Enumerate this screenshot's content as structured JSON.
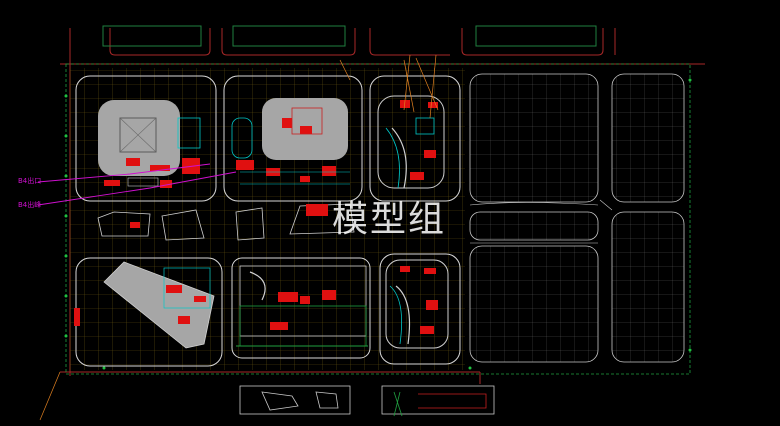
{
  "drawing": {
    "annotation_labels": [
      "B4出口",
      "B4出峰"
    ],
    "watermark_text": "模型组",
    "colors": {
      "background": "#000000",
      "grid": "#7a6a1a",
      "road": "#b03030",
      "block_outline": "#d0d0d0",
      "building": "#a8a8a8",
      "cyan_detail": "#00d0d0",
      "red_fill": "#e01010",
      "green_dim": "#20a040",
      "annotation_magenta": "#d010d0"
    }
  }
}
